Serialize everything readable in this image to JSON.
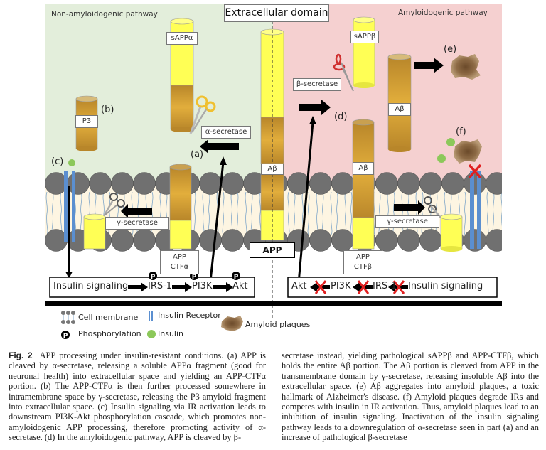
{
  "figure": {
    "title": "Extracellular domain",
    "left_panel": {
      "label": "Non-amyloidogenic pathway",
      "background": "#e3eedb"
    },
    "right_panel": {
      "label": "Amyloidogenic pathway",
      "background": "#f5d0d0"
    },
    "membrane_colors": {
      "head": "#707070",
      "interior": "#fdf5e2",
      "tail": "#7fa6c9"
    },
    "column_colors": {
      "yellow": "#ffff55",
      "gold": "#c99a30",
      "gold_light": "#e0ac3a"
    },
    "fragments": {
      "sappa": "sAPPα",
      "p3": "P3",
      "app_ab": "Aβ",
      "app": "APP",
      "ctf_a_line1": "APP",
      "ctf_a_line2": "CTFα",
      "sappb": "sAPPβ",
      "ctf_b_ab": "Aβ",
      "ctf_b_line1": "APP",
      "ctf_b_line2": "CTFβ",
      "free_ab": "Aβ"
    },
    "enzymes": {
      "alpha": "α-secretase",
      "beta": "β-secretase",
      "gamma_left": "γ-secretase",
      "gamma_right": "γ-secretase"
    },
    "step_labels": {
      "a": "(a)",
      "b": "(b)",
      "c": "(c)",
      "d": "(d)",
      "e": "(e)",
      "f": "(f)"
    },
    "left_signaling": {
      "items": [
        "Insulin signaling",
        "IRS-1",
        "PI3K",
        "Akt"
      ],
      "phospho_symbol": "P"
    },
    "right_signaling": {
      "items": [
        "Akt",
        "PI3K",
        "IRS-1",
        "Insulin signaling"
      ],
      "blocked_symbol": "X"
    },
    "insulin_color": "#8cc85a",
    "receptor_color": "#5b8fd0",
    "block_color": "#e02020"
  },
  "legend": {
    "cell_membrane": "Cell membrane",
    "insulin_receptor": "Insulin Receptor",
    "amyloid_plaques": "Amyloid plaques",
    "phosphorylation": "Phosphorylation",
    "phospho_symbol": "P",
    "insulin": "Insulin"
  },
  "caption": {
    "label": "Fig. 2",
    "col1": "APP processing under insulin-resistant conditions. (a) APP is cleaved by α-secretase, releasing a soluble APPα fragment (good for neuronal health) into extracellular space and yielding an APP-CTFα portion. (b) The APP-CTFα is then further processed somewhere in intramembrane space by γ-secretase, releasing the P3 amyloid fragment into extracellular space. (c) Insulin signaling via IR activation leads to downstream PI3K-Akt phosphorylation cascade, which promotes non-amyloidogenic APP processing, therefore promoting activity of α-secretase. (d) In the amyloidogenic pathway, APP is cleaved by β-",
    "col2": "secretase instead, yielding pathological sAPPβ and APP-CTFβ, which holds the entire Aβ portion. The Aβ portion is cleaved from APP in the transmembrane domain by γ-secretase, releasing insoluble Aβ into the extracellular space. (e) Aβ aggregates into amyloid plaques, a toxic hallmark of Alzheimer's disease. (f) Amyloid plaques degrade IRs and competes with insulin in IR activation. Thus, amyloid plaques lead to an inhibition of insulin signaling. Inactivation of the insulin signaling pathway leads to a downregulation of α-secretase seen in part (a) and an increase of pathological β-secretase"
  }
}
